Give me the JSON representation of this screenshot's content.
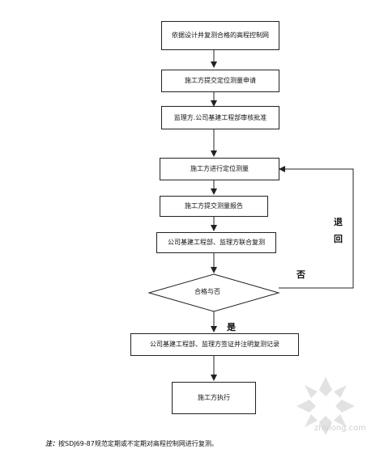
{
  "steps": {
    "s1": "依据设计并复测合格的高程控制网",
    "s2": "施工方提交定位测量申请",
    "s3": "监理方.公司基建工程部审核批准",
    "s4": "施工方进行定位测量",
    "s5": "施工方提交测量报告",
    "s6": "公司基建工程部、监理方联合复测",
    "decision": "合格与否",
    "s7": "公司基建工程部、监理方签证并注明复测记录",
    "s8": "施工方执行"
  },
  "labels": {
    "retreat_1": "退",
    "retreat_2": "回",
    "no": "否",
    "yes": "是"
  },
  "note": {
    "prefix": "注：",
    "text": "按SDJ69-87规范定期或不定期对高程控制网进行复测。"
  },
  "watermark": "zhulong.com"
}
